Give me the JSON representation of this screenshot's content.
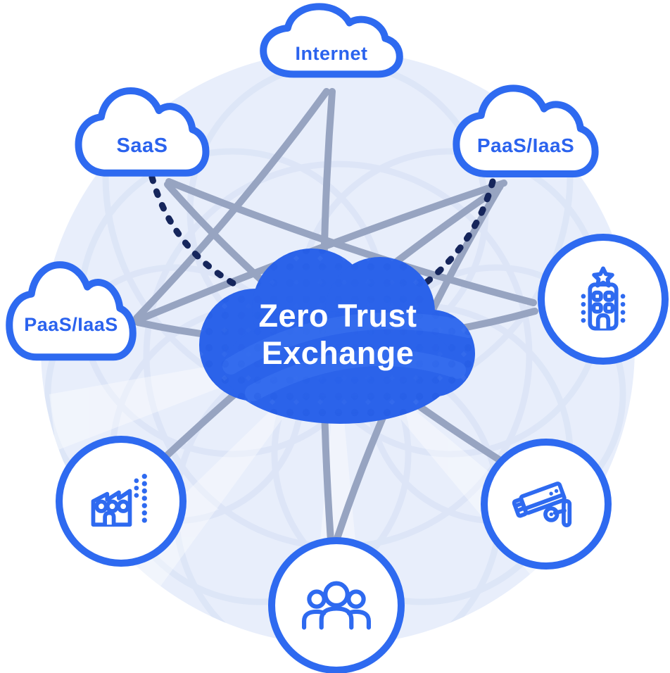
{
  "title": "Zero Trust Exchange",
  "center_cloud": {
    "line1": "Zero Trust",
    "line2": "Exchange"
  },
  "clouds": {
    "internet": {
      "label": "Internet"
    },
    "saas": {
      "label": "SaaS"
    },
    "paas_iaas_right": {
      "label": "PaaS/IaaS"
    },
    "paas_iaas_left": {
      "label": "PaaS/IaaS"
    }
  },
  "icon_nodes": {
    "headquarters": {
      "icon": "office-building-with-star-icon"
    },
    "security_camera": {
      "icon": "security-camera-icon"
    },
    "users": {
      "icon": "user-group-icon"
    },
    "factory": {
      "icon": "factory-icon"
    }
  },
  "connections": {
    "solid_edges": [
      {
        "from": "internet",
        "to": "paas_iaas_left"
      },
      {
        "from": "internet",
        "to": "users"
      },
      {
        "from": "paas_iaas_right",
        "to": "paas_iaas_left"
      },
      {
        "from": "paas_iaas_right",
        "to": "users"
      },
      {
        "from": "saas",
        "to": "headquarters"
      },
      {
        "from": "saas",
        "to": "security_camera"
      },
      {
        "from": "paas_iaas_left",
        "to": "headquarters"
      },
      {
        "from": "factory",
        "to": "paas_iaas_right"
      }
    ],
    "dashed_edges": [
      {
        "from": "saas",
        "to": "zero_trust_exchange"
      },
      {
        "from": "paas_iaas_right",
        "to": "zero_trust_exchange"
      }
    ]
  },
  "colors": {
    "accent_blue": "#2E6AF0",
    "label_text_blue": "#2B63EE",
    "center_cloud_fill": "#2B63EA",
    "center_cloud_swoosh": "#3D75F1",
    "halftone_dot": "#1E55DE",
    "connector_gray": "#97A4C1",
    "dashed_navy": "#16265C",
    "background_circle": "#E8EEFB",
    "background_arcs": "#DCE5F7",
    "center_text": "#FFFFFF"
  }
}
